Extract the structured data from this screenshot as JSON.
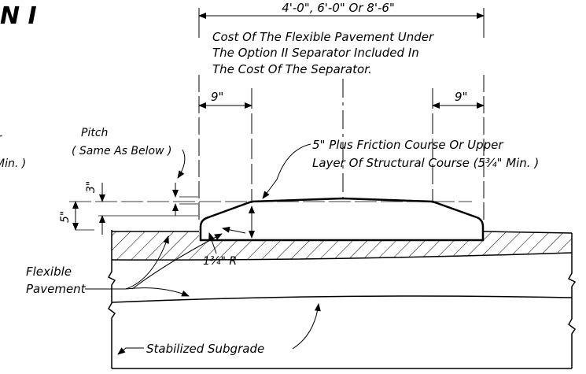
{
  "title_fragment": "N I",
  "dims": {
    "overall_width": "4'-0\", 6'-0\" Or 8'-6\"",
    "left_offset": "9\"",
    "right_offset": "9\"",
    "height_total": "5\"",
    "height_step": "3\"",
    "radius": "1¾\" R"
  },
  "notes": {
    "cost_line1": "Cost Of The Flexible Pavement Under",
    "cost_line2": "The Option II Separator Included In",
    "cost_line3": "The Cost Of The Separator.",
    "pitch_line1": "Pitch",
    "pitch_line2": "( Same As Below )",
    "course_line1": "5\" Plus Friction Course Or Upper",
    "course_line2": "Layer Of Structural Course (5¾\" Min. )",
    "left_cut_line1": "r",
    "left_cut_line2": "Min. )",
    "flexible_line1": "Flexible",
    "flexible_line2": "Pavement",
    "subgrade": "Stabilized Subgrade"
  }
}
